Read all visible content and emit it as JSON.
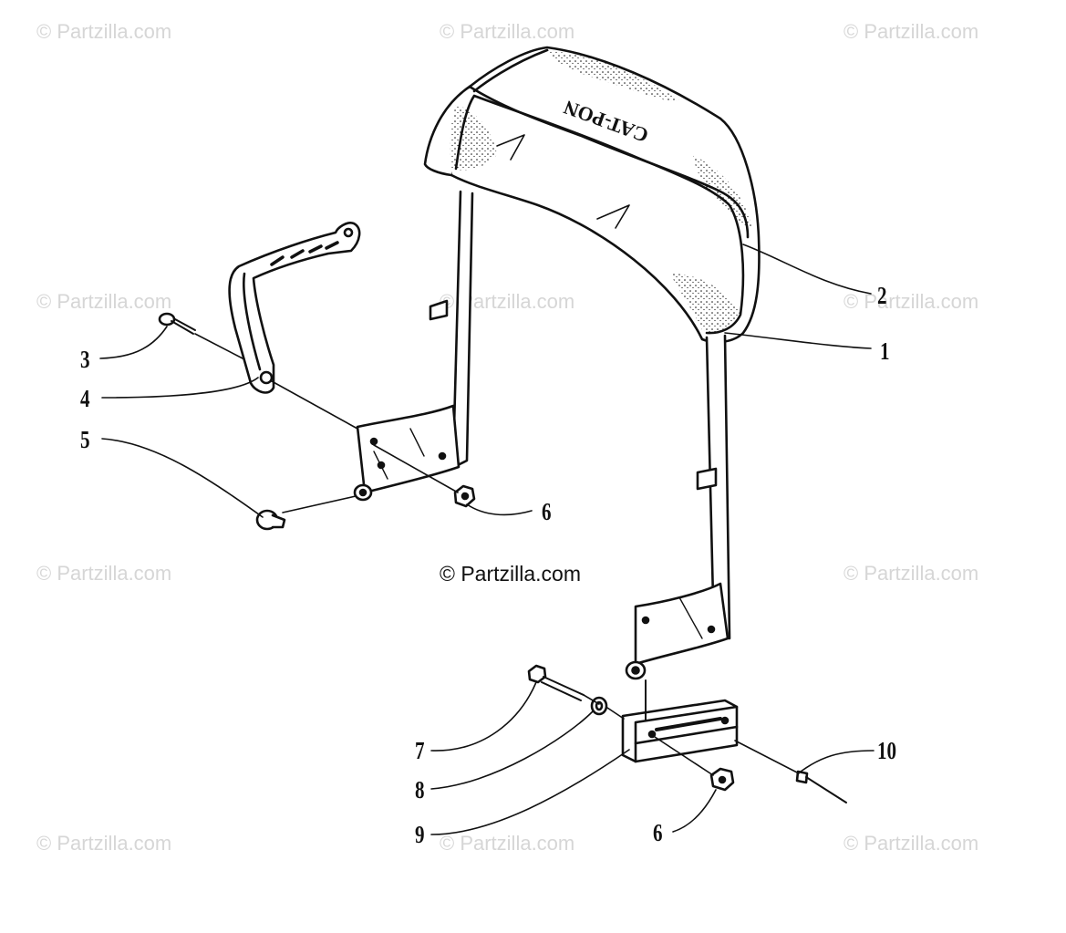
{
  "watermark": {
    "text": "© Partzilla.com",
    "center_text": "© Partzilla.com"
  },
  "backrest_emboss": "CAT-PON",
  "callouts": [
    {
      "label": "1"
    },
    {
      "label": "2"
    },
    {
      "label": "3"
    },
    {
      "label": "4"
    },
    {
      "label": "5"
    },
    {
      "label": "6"
    },
    {
      "label": "6"
    },
    {
      "label": "7"
    },
    {
      "label": "8"
    },
    {
      "label": "9"
    },
    {
      "label": "10"
    }
  ],
  "colors": {
    "line": "#111111",
    "watermark": "#d6d6d6",
    "background": "#ffffff"
  }
}
